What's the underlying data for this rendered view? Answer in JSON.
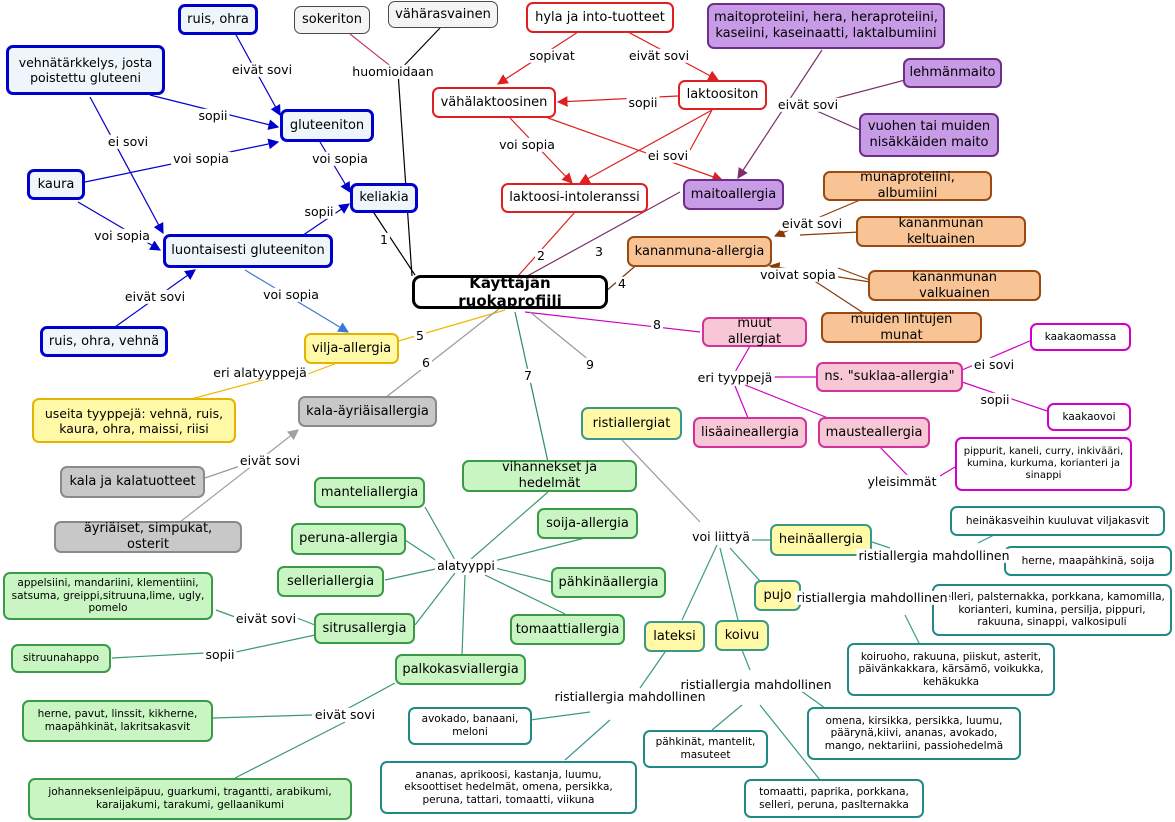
{
  "center": "Käyttäjän ruokaprofiili",
  "numbers": [
    "1",
    "2",
    "3",
    "4",
    "5",
    "6",
    "7",
    "8",
    "9"
  ],
  "celiac": {
    "keliakia": "keliakia",
    "gluteeniton": "gluteeniton",
    "luontaisesti": "luontaisesti gluteeniton",
    "ruis_ohra": "ruis, ohra",
    "vehnatarkkelys": "vehnätärkkelys, josta poistettu gluteeni",
    "kaura": "kaura",
    "ruis_ohra_vehna": "ruis, ohra, vehnä"
  },
  "top": {
    "sokeriton": "sokeriton",
    "vaharasvainen": "vähärasvainen",
    "huomioidaan": "huomioidaan"
  },
  "lactose": {
    "hyla": "hyla ja into-tuotteet",
    "vahalaktoosinen": "vähälaktoosinen",
    "laktoositon": "laktoositon",
    "intoleranssi": "laktoosi-intoleranssi"
  },
  "milk": {
    "maitoproteiini": "maitoproteiini, hera, heraproteiini, kaseiini, kaseinaatti, laktalbumiini",
    "lehmanmaito": "lehmänmaito",
    "vuohen": "vuohen tai muiden nisäkkäiden maito",
    "maitoallergia": "maitoallergia"
  },
  "egg": {
    "munaproteiini": "munaproteiini, albumiini",
    "keltuainen": "kananmunan keltuainen",
    "kananmuna_allergia": "kananmuna-allergia",
    "valkuainen": "kananmunan valkuainen",
    "muiden_lintujen": "muiden lintujen munat"
  },
  "other": {
    "muut_allergiat": "muut allergiat",
    "suklaa": "ns. \"suklaa-allergia\"",
    "kaakaomassa": "kaakaomassa",
    "kaakaovoi": "kaakaovoi",
    "lisaaine": "lisäaineallergia",
    "mauste": "mausteallergia",
    "mausteet_lista": "pippurit, kaneli, curry, inkivääri, kumina, kurkuma, korianteri ja sinappi"
  },
  "grain": {
    "vilja": "vilja-allergia",
    "useita": "useita tyyppejä: vehnä, ruis, kaura, ohra, maissi, riisi"
  },
  "fish": {
    "kala_ayriais": "kala-äyriäisallergia",
    "kala": "kala ja kalatuotteet",
    "ayriaiset": "äyriäiset, simpukat, osterit"
  },
  "veg": {
    "vihannekset": "vihannekset ja hedelmät",
    "manteli": "manteliallergia",
    "peruna": "peruna-allergia",
    "selleri": "selleriallergia",
    "sitrus": "sitrusallergia",
    "palkokasvi": "palkokasviallergia",
    "soija": "soija-allergia",
    "pahkina": "pähkinäallergia",
    "tomaatti": "tomaattiallergia",
    "sitrus_lista": "appelsiini, mandariini, klementiini, satsuma, greippi,sitruuna,lime, ugly, pomelo",
    "sitruunahappo": "sitruunahappo",
    "herne_lista": "herne, pavut, linssit, kikherne, maapähkinät, lakritsakasvit",
    "johannes_lista": "johanneksenleipäpuu, guarkumi, tragantti, arabikumi, karaijakumi, tarakumi, gellaanikumi"
  },
  "cross": {
    "ristiallergiat": "ristiallergiat",
    "heinaallergia": "heinäallergia",
    "pujo": "pujo",
    "lateksi": "lateksi",
    "koivu": "koivu",
    "heina_lista1": "heinäkasveihin kuuluvat viljakasvit",
    "heina_lista2": "herne, maapähkinä, soija",
    "pujo_lista": "selleri, palsternakka, porkkana, kamomilla, korianteri, kumina, persilja, pippuri, rakuuna, sinappi, valkosipuli",
    "pujo_lista2": "koiruoho, rakuuna, piiskut, asterit, päivänkakkara, kärsämö, voikukka, kehäkukka",
    "lateksi_lista1": "avokado, banaani, meloni",
    "lateksi_lista2": "ananas, aprikoosi, kastanja, luumu, eksoottiset hedelmät, omena, persikka, peruna, tattari, tomaatti, viikuna",
    "koivu_lista1": "pähkinät, mantelit, masuteet",
    "koivu_lista2": "omena, kirsikka, persikka, luumu, päärynä,kiivi, ananas, avokado, mango, nektariini, passiohedelmä",
    "koivu_lista3": "tomaatti, paprika, porkkana, selleri, peruna, paslternakka"
  },
  "labels": {
    "eivat_sovi": "eivät sovi",
    "sopii": "sopii",
    "voi_sopia": "voi sopia",
    "ei_sovi": "ei sovi",
    "sopivat": "sopivat",
    "voivat_sopia": "voivat sopia",
    "eri_alatyyppeja": "eri alatyyppejä",
    "eri_tyyppeja": "eri tyyppejä",
    "yleisimmat": "yleisimmät",
    "alatyyppi": "alatyyppi",
    "voi_liittya": "voi liittyä",
    "ristiallergia_mahdollinen": "ristiallergia\nmahdollinen"
  },
  "colors": {
    "blue": "#0000cc",
    "red": "#e02020",
    "purple": "#6e2f8a",
    "orange": "#9a4a10",
    "magenta": "#d000c8",
    "green": "#3a9a4a",
    "teal": "#1f8a86"
  }
}
